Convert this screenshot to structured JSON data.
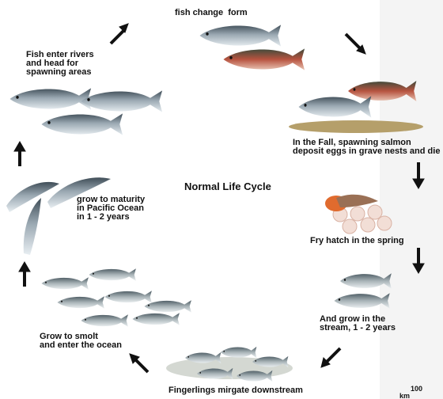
{
  "labels": {
    "fish_change_form": "fish change  form",
    "enter_rivers": "Fish enter rivers\nand head for\nspawning areas",
    "spawning": "In the Fall, spawning salmon\ndeposit eggs in grave nests and die",
    "center_title": "Normal Life Cycle",
    "grow_to_maturity": "grow to maturity\nin Pacific Ocean\nin 1 - 2 years",
    "fry_hatch": "Fry hatch in the spring",
    "grow_in_stream": "And grow in the\nstream, 1 - 2 years",
    "grow_to_smolt": "Grow to smolt\nand enter the ocean",
    "fingerlings": "Fingerlings mirgate downstream"
  },
  "scale": {
    "number": "100",
    "unit": "km"
  },
  "colors": {
    "background": "#ffffff",
    "side_panel": "#f4f4f4",
    "text": "#111111",
    "arrow": "#111111",
    "spawning_red": "#b7533f",
    "silver": "#9aa8b2",
    "egg": "#f2ded6",
    "fry_yolk": "#e06b2e",
    "gravel": "#b59f6a"
  },
  "icons": {
    "stage_arrows": "bold-black-arrow",
    "fish": "salmon-illustration"
  }
}
